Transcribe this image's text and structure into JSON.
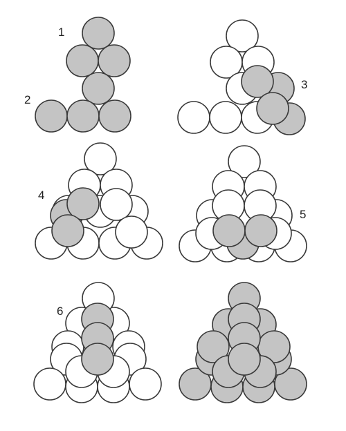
{
  "figure": {
    "style": {
      "shaded_fill": "#c4c4c4",
      "plain_fill": "#ffffff",
      "outline": "#3a3a3a"
    },
    "panels": [
      {
        "id": "a",
        "labels": [
          "1",
          "2"
        ]
      },
      {
        "id": "b",
        "labels": [
          "3"
        ]
      },
      {
        "id": "c",
        "labels": [
          "4"
        ]
      },
      {
        "id": "d",
        "labels": [
          "5"
        ]
      },
      {
        "id": "e",
        "labels": [
          "6"
        ]
      },
      {
        "id": "f",
        "labels": []
      }
    ]
  }
}
